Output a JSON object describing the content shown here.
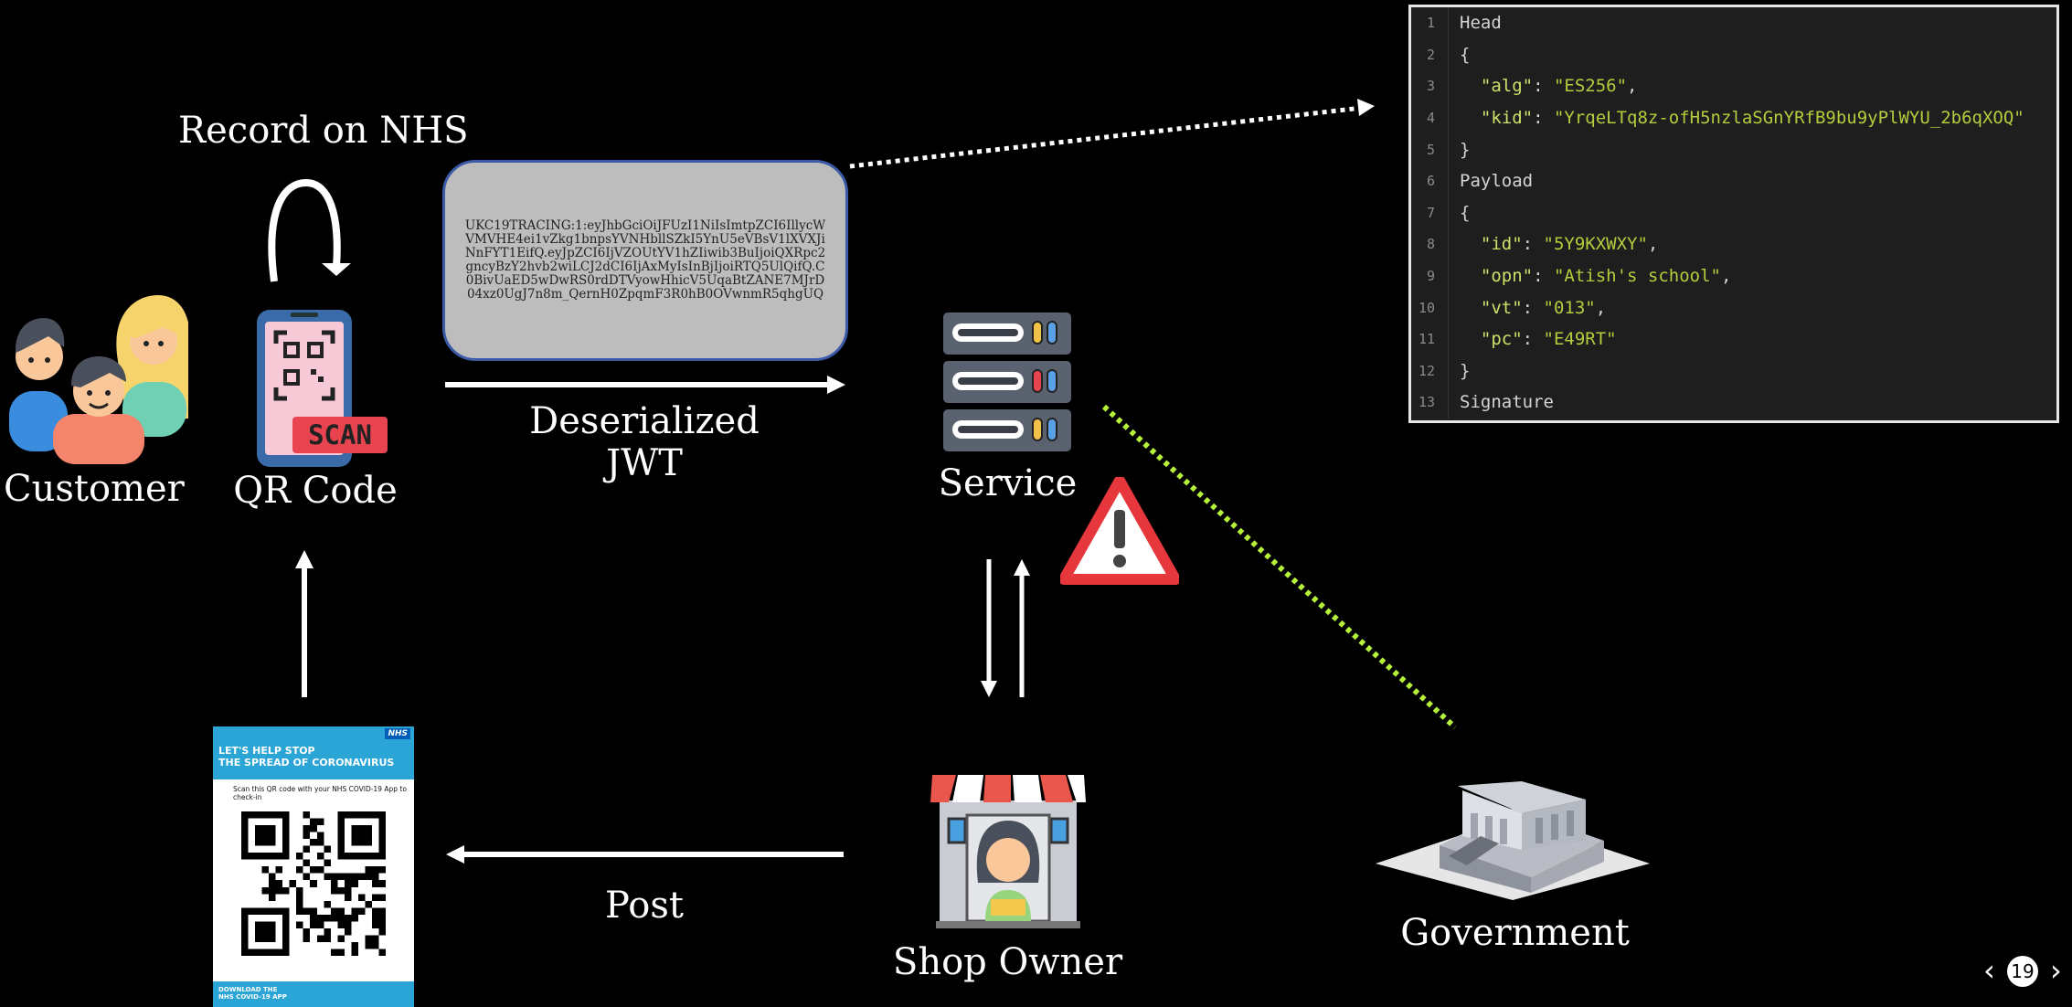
{
  "labels": {
    "record": "Record on NHS",
    "customer": "Customer",
    "qr_code": "QR Code",
    "deserialized_line1": "Deserialized",
    "deserialized_line2": "JWT",
    "service": "Service",
    "post": "Post",
    "shop_owner": "Shop Owner",
    "government": "Government"
  },
  "jwt_string": "UKC19TRACING:1:eyJhbGciOiJFUzI1NiIsImtpZCI6IllycWVMVHE4ei1vZkg1bnpsYVNHbllSZkI5YnU5eVBsV1lXVXJiNnFYT1EifQ.eyJpZCI6IjVZOUtYV1hZIiwib3BuIjoiQXRpc2gncyBzY2hvb2wiLCJ2dCI6IjAxMyIsInBjIjoiRTQ5UlQifQ.C0BivUaED5wDwRS0rdDTVyowHhicV5UqaBtZANE7MJrD04xz0UgJ7n8m_QernH0ZpqmF3R0hB0OVwnmR5qhgUQ",
  "poster": {
    "title_line1": "LET'S HELP STOP",
    "title_line2": "THE SPREAD OF CORONAVIRUS",
    "nhs_badge": "NHS",
    "instruction": "Scan this QR code with your NHS COVID-19 App to check-in",
    "download_line1": "DOWNLOAD THE",
    "download_line2": "NHS COVID-19 APP"
  },
  "code_panel": {
    "lines": [
      {
        "n": "1",
        "segments": [
          {
            "t": "Head",
            "c": "plain"
          }
        ]
      },
      {
        "n": "2",
        "segments": [
          {
            "t": "{",
            "c": "plain"
          }
        ]
      },
      {
        "n": "3",
        "segments": [
          {
            "t": "  \"alg\"",
            "c": "key"
          },
          {
            "t": ": ",
            "c": "plain"
          },
          {
            "t": "\"ES256\"",
            "c": "str"
          },
          {
            "t": ",",
            "c": "plain"
          }
        ]
      },
      {
        "n": "4",
        "segments": [
          {
            "t": "  \"kid\"",
            "c": "key"
          },
          {
            "t": ": ",
            "c": "plain"
          },
          {
            "t": "\"YrqeLTq8z-ofH5nzlaSGnYRfB9bu9yPlWYU_2b6qXOQ\"",
            "c": "str"
          }
        ]
      },
      {
        "n": "5",
        "segments": [
          {
            "t": "}",
            "c": "plain"
          }
        ]
      },
      {
        "n": "6",
        "segments": [
          {
            "t": "Payload",
            "c": "plain"
          }
        ]
      },
      {
        "n": "7",
        "segments": [
          {
            "t": "{",
            "c": "plain"
          }
        ]
      },
      {
        "n": "8",
        "segments": [
          {
            "t": "  \"id\"",
            "c": "key"
          },
          {
            "t": ": ",
            "c": "plain"
          },
          {
            "t": "\"5Y9KXWXY\"",
            "c": "str"
          },
          {
            "t": ",",
            "c": "plain"
          }
        ]
      },
      {
        "n": "9",
        "segments": [
          {
            "t": "  \"opn\"",
            "c": "key"
          },
          {
            "t": ": ",
            "c": "plain"
          },
          {
            "t": "\"Atish's school\"",
            "c": "str"
          },
          {
            "t": ",",
            "c": "plain"
          }
        ]
      },
      {
        "n": "10",
        "segments": [
          {
            "t": "  \"vt\"",
            "c": "key"
          },
          {
            "t": ": ",
            "c": "plain"
          },
          {
            "t": "\"013\"",
            "c": "str"
          },
          {
            "t": ",",
            "c": "plain"
          }
        ]
      },
      {
        "n": "11",
        "segments": [
          {
            "t": "  \"pc\"",
            "c": "key"
          },
          {
            "t": ": ",
            "c": "plain"
          },
          {
            "t": "\"E49RT\"",
            "c": "str"
          }
        ]
      },
      {
        "n": "12",
        "segments": [
          {
            "t": "}",
            "c": "plain"
          }
        ]
      },
      {
        "n": "13",
        "segments": [
          {
            "t": "Signature",
            "c": "plain"
          }
        ]
      }
    ]
  },
  "scan_badge": "SCAN",
  "page_number": "19",
  "colors": {
    "background": "#000000",
    "jwt_box_fill": "#bdbdbd",
    "jwt_box_border": "#3b5aa8",
    "dotted_green": "#b6f23a",
    "warning_red": "#e6373c",
    "code_string": "#b5cc3c"
  },
  "icons": {
    "customer": "people-group-icon",
    "qr_code": "phone-qr-scan-icon",
    "service": "server-rack-icon",
    "warning": "warning-triangle-icon",
    "shop_owner": "shop-owner-icon",
    "government": "government-building-icon",
    "poster": "nhs-qr-poster"
  }
}
